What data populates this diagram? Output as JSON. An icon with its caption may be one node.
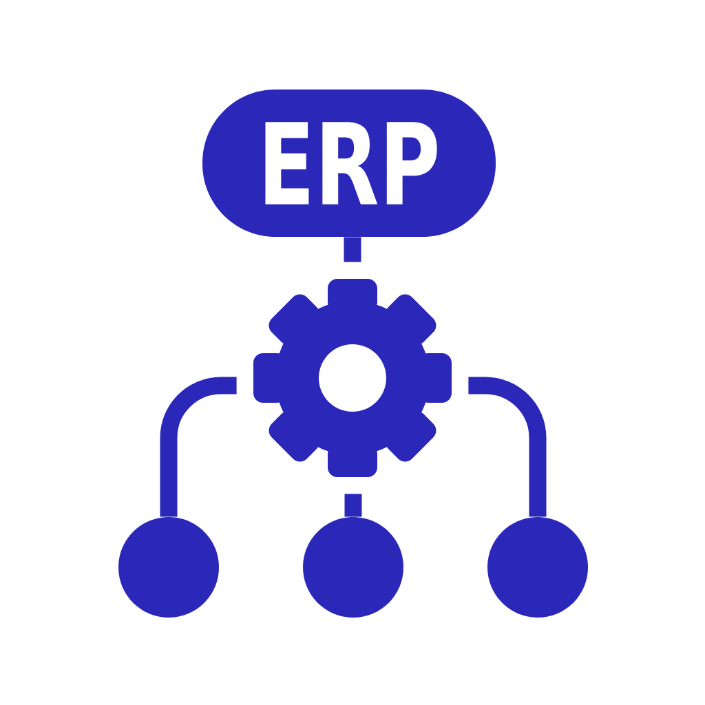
{
  "diagram": {
    "nodes": [
      {
        "text": [
          "ERP"
        ]
      },
      {
        "text": [],
        "shape": "gear"
      },
      {
        "text": [],
        "shape": "circle"
      },
      {
        "text": [],
        "shape": "circle"
      },
      {
        "text": [],
        "shape": "circle"
      }
    ],
    "edges": [
      {
        "from": 0,
        "to": 1,
        "arrow": "none"
      },
      {
        "from": 1,
        "to": 2,
        "arrow": "none"
      },
      {
        "from": 1,
        "to": 3,
        "arrow": "none"
      },
      {
        "from": 1,
        "to": 4,
        "arrow": "none"
      }
    ]
  }
}
